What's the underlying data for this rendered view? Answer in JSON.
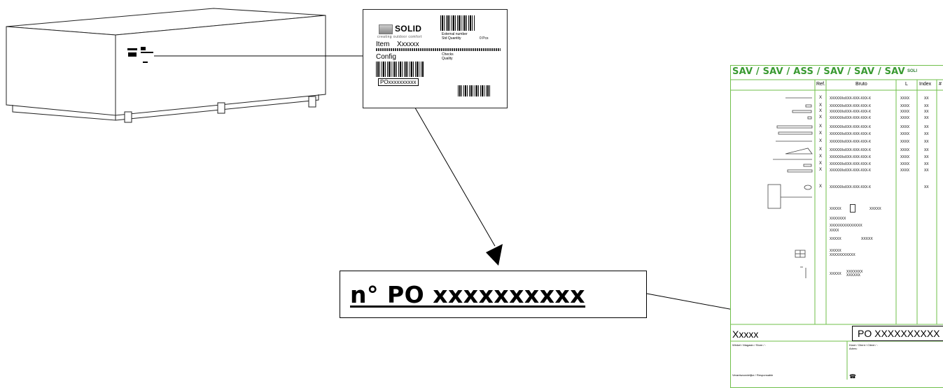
{
  "label": {
    "brand": "SOLID",
    "tagline": "creating outdoor comfort",
    "ext_number_label": "External number",
    "std_quantity_label": "Std Quantity",
    "pcs_label": "0  Pcs",
    "item_label": "Item",
    "item_value": "Xxxxxx",
    "config_label": "Config",
    "checks_label": "Checks",
    "quality_label": "Quality",
    "po_box": "POxxxxxxxxxx"
  },
  "callout": {
    "po_text": "n° PO xxxxxxxxxx"
  },
  "sheet": {
    "title": "SAV / SAV / ASS / SAV / SAV / SAV",
    "logo": "SOLI",
    "columns": [
      "Ref.",
      "Bruto",
      "L",
      "Index",
      "#"
    ],
    "rows": [
      {
        "x": "X",
        "code": "XXXXXXxXXX-XXX-XXX-X",
        "l": "XXXX",
        "idx": "XX"
      },
      {
        "x": "X",
        "code": "XXXXXXxXXX-XXX-XXX-X",
        "l": "XXXX",
        "idx": "XX"
      },
      {
        "x": "X",
        "code": "XXXXXXxXXX-XXX-XXX-X",
        "l": "XXXX",
        "idx": "XX"
      },
      {
        "x": "X",
        "code": "XXXXXXxXXX-XXX-XXX-X",
        "l": "XXXX",
        "idx": "XX"
      },
      {
        "x": "X",
        "code": "XXXXXXxXXX-XXX-XXX-X",
        "l": "XXXX",
        "idx": "XX"
      },
      {
        "x": "X",
        "code": "XXXXXXxXXX-XXX-XXX-X",
        "l": "XXXX",
        "idx": "XX"
      },
      {
        "x": "X",
        "code": "XXXXXXxXXX-XXX-XXX-X",
        "l": "XXXX",
        "idx": "XX"
      },
      {
        "x": "X",
        "code": "XXXXXXxXXX-XXX-XXX-X",
        "l": "XXXX",
        "idx": "XX"
      },
      {
        "x": "X",
        "code": "XXXXXXxXXX-XXX-XXX-X",
        "l": "XXXX",
        "idx": "XX"
      },
      {
        "x": "X",
        "code": "XXXXXXxXXX-XXX-XXX-X",
        "l": "XXXX",
        "idx": "XX"
      },
      {
        "x": "X",
        "code": "XXXXXXxXXX-XXX-XXX-X",
        "l": "XXXX",
        "idx": "XX"
      },
      {
        "x": "X",
        "code": "XXXXXXxXXX-XXX-XXX-X",
        "l": "",
        "idx": "XX"
      }
    ],
    "notes": {
      "n1": "XXXXX",
      "n1b": "XXXXX",
      "n2": "XXXXXXX",
      "n3": "XXXXXXXXXXXXXX",
      "n4": "XXXX",
      "n5": "XXXXX",
      "n5b": "XXXXX",
      "n6": "XXXXX",
      "n7": "XXXXXXXXXXX",
      "n8": "XXXXX",
      "n8b": "XXXXXXX",
      "n8c": "XXXXXX"
    },
    "footer_label": "Xxxxx",
    "footer_po": "PO XXXXXXXXXX",
    "store_label": "Winkel / Magasin / Store / :",
    "client_label": "Klant / Client / Client / :",
    "address_label": "Adres:",
    "responsible_label": "Verantwoordelijke / Responsable"
  },
  "colors": {
    "sheet_accent": "#3a9a32",
    "sheet_border": "#6fbf4a"
  }
}
